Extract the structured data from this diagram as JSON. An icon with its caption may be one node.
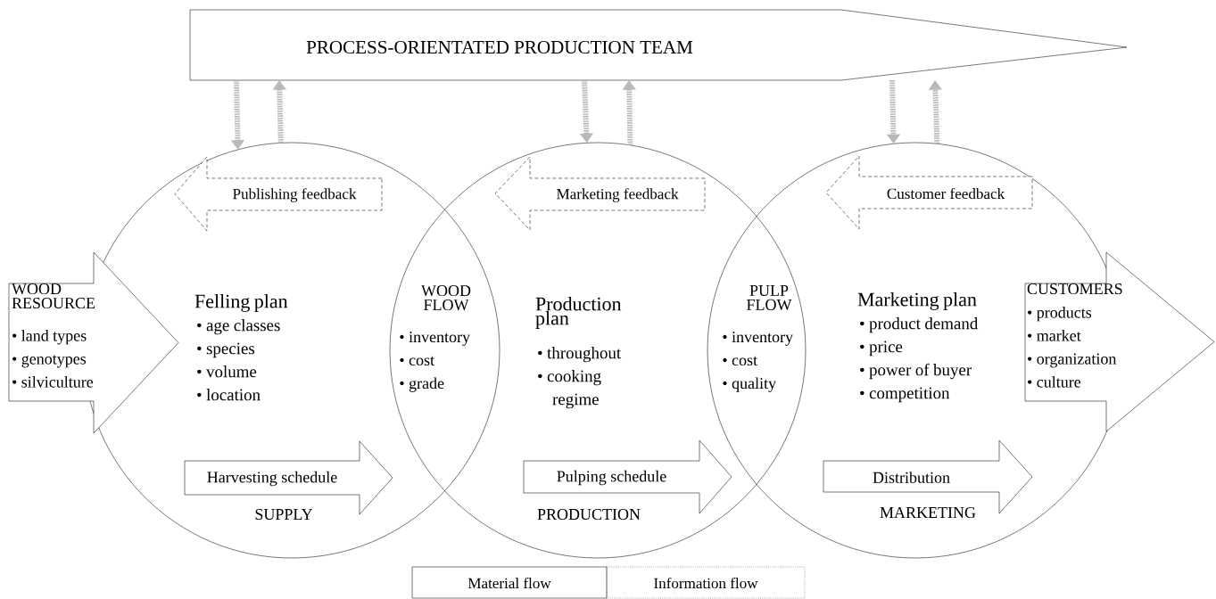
{
  "diagram": {
    "nodes": [
      {
        "text": [
          "PROCESS-ORIENTATED PRODUCTION TEAM"
        ]
      },
      {
        "text": [
          "Felling plan",
          "• age classes",
          "• species",
          "• volume",
          "• location",
          "SUPPLY"
        ]
      },
      {
        "text": [
          "Production plan",
          "• throughout",
          "• cooking regime",
          "PRODUCTION"
        ]
      },
      {
        "text": [
          "Marketing plan",
          "• product demand",
          "• price",
          "• power of buyer",
          "• competition",
          "MARKETING"
        ]
      },
      {
        "text": [
          "Publishing feedback"
        ],
        "in": 1
      },
      {
        "text": [
          "Harvesting schedule"
        ],
        "in": 1
      },
      {
        "text": [
          "Marketing feedback"
        ],
        "in": 2
      },
      {
        "text": [
          "Pulping schedule"
        ],
        "in": 2
      },
      {
        "text": [
          "Customer feedback"
        ],
        "in": 3
      },
      {
        "text": [
          "Distribution"
        ],
        "in": 3
      },
      {
        "text": [
          "WOOD FLOW",
          "• inventory",
          "• cost",
          "• grade"
        ]
      },
      {
        "text": [
          "PULP FLOW",
          "• inventory",
          "• cost",
          "• quality"
        ]
      },
      {
        "text": [
          "WOOD RESOURCE",
          "• land types",
          "• genotypes",
          "• silviculture"
        ]
      },
      {
        "text": [
          "CUSTOMERS",
          "• products",
          "• market",
          "• organization",
          "• culture"
        ]
      }
    ],
    "edges": [
      {
        "from": 0,
        "to": 1,
        "arrow": "to",
        "style": "dashed"
      },
      {
        "from": 1,
        "to": 0,
        "arrow": "to",
        "style": "dashed"
      },
      {
        "from": 0,
        "to": 2,
        "arrow": "to",
        "style": "dashed"
      },
      {
        "from": 2,
        "to": 0,
        "arrow": "to",
        "style": "dashed"
      },
      {
        "from": 0,
        "to": 3,
        "arrow": "to",
        "style": "dashed"
      },
      {
        "from": 3,
        "to": 0,
        "arrow": "to",
        "style": "dashed"
      }
    ],
    "legend": [
      {
        "text": "Material flow"
      },
      {
        "text": "Information flow"
      }
    ]
  }
}
